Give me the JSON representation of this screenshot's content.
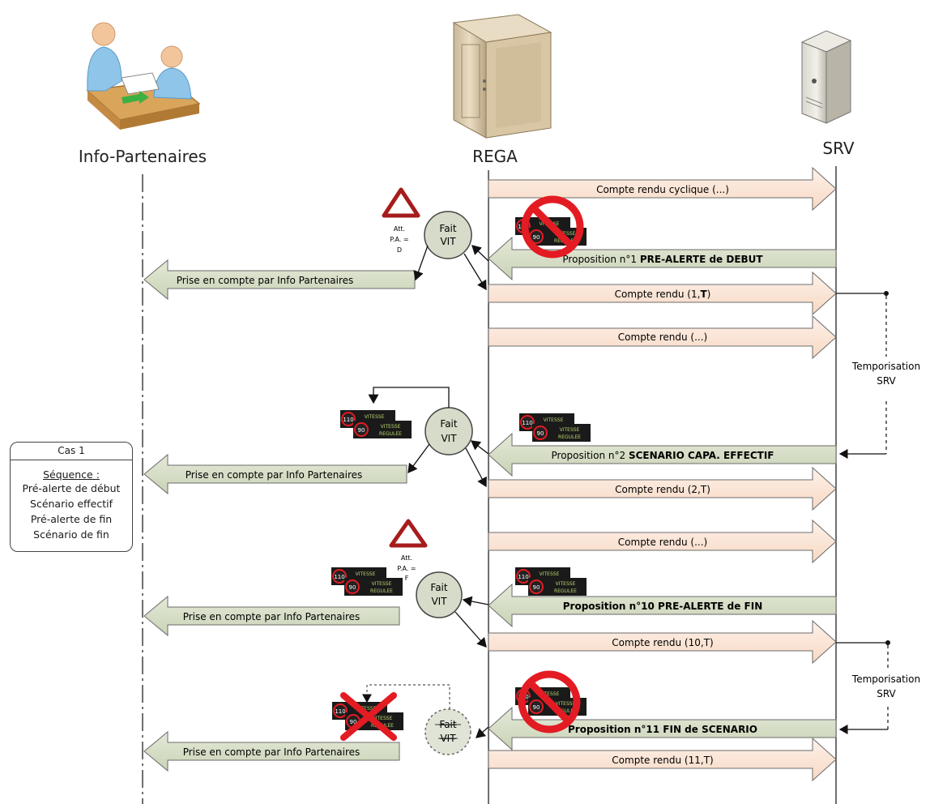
{
  "actors": {
    "info": "Info-Partenaires",
    "rega": "REGA",
    "srv": "SRV"
  },
  "case_box": {
    "title": "Cas 1",
    "sequence_label": "Séquence :",
    "lines": [
      "Pré-alerte de début",
      "Scénario effectif",
      "Pré-alerte de fin",
      "Scénario de fin"
    ]
  },
  "tempo": {
    "line1": "Temporisation",
    "line2": "SRV"
  },
  "messages": {
    "cyclic": "Compte rendu cyclique (...)",
    "prop1_prefix": "Proposition n°1 ",
    "prop1_bold": "PRE-ALERTE de DEBUT",
    "cr1_prefix": "Compte rendu (1,",
    "cr1_bold": "T",
    "cr1_suffix": ")",
    "cr_etc": "Compte rendu (...)",
    "prop2_prefix": "Proposition n°2 ",
    "prop2_bold": "SCENARIO CAPA. EFFECTIF",
    "cr2": "Compte rendu (2,T)",
    "prop10": "Proposition n°10 PRE-ALERTE de FIN",
    "cr10": "Compte rendu (10,T)",
    "prop11": "Proposition n°11 FIN de SCENARIO",
    "cr11": "Compte rendu (11,T)",
    "prise": "Prise en compte par Info Partenaires"
  },
  "fait_vit": {
    "line1": "Fait",
    "line2": "VIT"
  },
  "att_debut": [
    "Att.",
    "P.A. =",
    "D"
  ],
  "att_fin": [
    "Att.",
    "P.A. =",
    "F"
  ],
  "sign": {
    "speed": "90",
    "speed_small": "110",
    "word1": "VITESSE",
    "word2": "REGULEE"
  },
  "colors": {
    "pink_fill": "#fbe5d6",
    "green_fill": "#d9e1c9",
    "green_dark_fill": "#c4cfae",
    "node_fill": "#d6dcc9",
    "no_sign": "#e31b23"
  }
}
